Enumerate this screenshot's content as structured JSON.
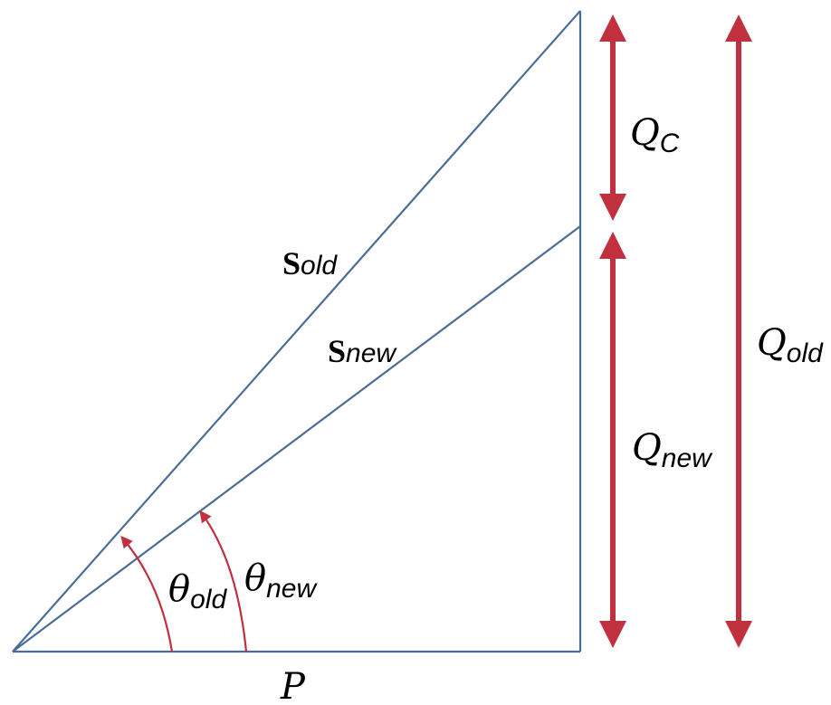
{
  "colors": {
    "triangle": "#4a6d96",
    "arrow": "#c1303e",
    "text": "#000000"
  },
  "labels": {
    "s_old": {
      "main": "S",
      "sub": "old"
    },
    "s_new": {
      "main": "S",
      "sub": "new"
    },
    "q_c": {
      "main": "Q",
      "sub": "C"
    },
    "q_new": {
      "main": "Q",
      "sub": "new"
    },
    "q_old": {
      "main": "Q",
      "sub": "old"
    },
    "theta_old": {
      "main": "θ",
      "sub": "old"
    },
    "theta_new": {
      "main": "θ",
      "sub": "new"
    },
    "p": {
      "main": "P"
    }
  }
}
